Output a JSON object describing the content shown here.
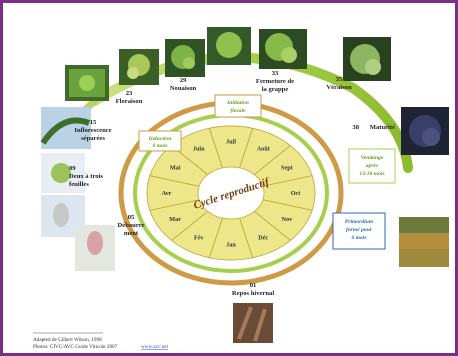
{
  "stages": [
    {
      "num": "",
      "name": "",
      "extra": ""
    },
    {
      "num": "15",
      "name": "Inflorescence",
      "extra": "séparées"
    },
    {
      "num": "23",
      "name": "Floraison",
      "extra": ""
    },
    {
      "num": "29",
      "name": "Nouaison",
      "extra": ""
    },
    {
      "num": "33",
      "name": "Fermeture de",
      "extra": "la grappe"
    },
    {
      "num": "35",
      "name": "Véraison",
      "extra": ""
    },
    {
      "num": "38",
      "name": "Maturité",
      "extra": ""
    },
    {
      "num": "09",
      "name": "Deux à trois",
      "extra": "feuilles"
    },
    {
      "num": "05",
      "name": "Débourre",
      "extra": "ment"
    },
    {
      "num": "01",
      "name": "Repos hivernal",
      "extra": ""
    }
  ],
  "months": [
    "Juil",
    "Août",
    "Sept",
    "Oct",
    "Nov",
    "Déc",
    "Jan",
    "Fév",
    "Mar",
    "Avr",
    "Mai",
    "Juin"
  ],
  "center_title": "Cycle reproductif",
  "notes": {
    "initiation": [
      "Initiation",
      "florale"
    ],
    "induction": [
      "Induction",
      "0 mois"
    ],
    "vendange": [
      "Vendange",
      "après",
      "13-18 mois"
    ],
    "primordium": [
      "Primordium",
      "formé pour",
      "6 mois"
    ]
  },
  "footer": {
    "line1": "Adapted de Gilbert Wilson, 1998",
    "line2": "Photos: CIVC/AVC Guide Viticole 2007",
    "link": "www.avc.net"
  },
  "colors": {
    "frame": "#7a2f86",
    "wheel": "#eee68a",
    "arc_green": "#9cc33e",
    "arc_orange": "#cf9a45",
    "note_blue": "#2a6ab0"
  }
}
